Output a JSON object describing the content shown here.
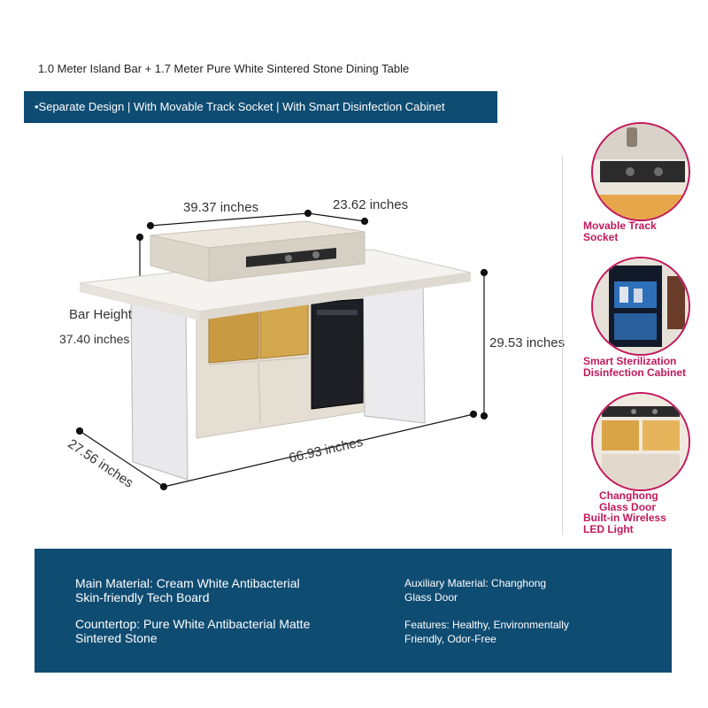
{
  "header": {
    "title": "1.0 Meter Island Bar + 1.7 Meter Pure White Sintered Stone Dining Table",
    "banner": "•Separate Design | With Movable Track Socket | With Smart Disinfection Cabinet"
  },
  "dimensions": {
    "top_width": "39.37 inches",
    "top_depth": "23.62 inches",
    "bar_height_label": "Bar Height",
    "bar_height_value": "37.40 inches",
    "table_height": "29.53 inches",
    "length": "66.93 inches",
    "depth": "27.56 inches"
  },
  "features": [
    {
      "icon": "track-socket-icon",
      "label_line1": "Movable Track",
      "label_line2": "Socket"
    },
    {
      "icon": "disinfection-cabinet-icon",
      "label_line1": "Smart Sterilization",
      "label_line2": "Disinfection Cabinet"
    },
    {
      "icon": "glass-door-icon",
      "label_line1": "Changhong",
      "label_line2": "Glass Door",
      "label_line3": "Built-in Wireless",
      "label_line4": "LED Light"
    }
  ],
  "materials": {
    "main_line1": "Main Material: Cream White Antibacterial",
    "main_line2": "Skin-friendly Tech Board",
    "countertop_line1": "Countertop: Pure White Antibacterial Matte",
    "countertop_line2": "Sintered Stone",
    "aux_line1": "Auxiliary Material: Changhong",
    "aux_line2": "Glass Door",
    "features_line1": "Features: Healthy, Environmentally",
    "features_line2": "Friendly, Odor-Free"
  },
  "colors": {
    "banner": "#0f4c72",
    "accent": "#c2185b"
  }
}
